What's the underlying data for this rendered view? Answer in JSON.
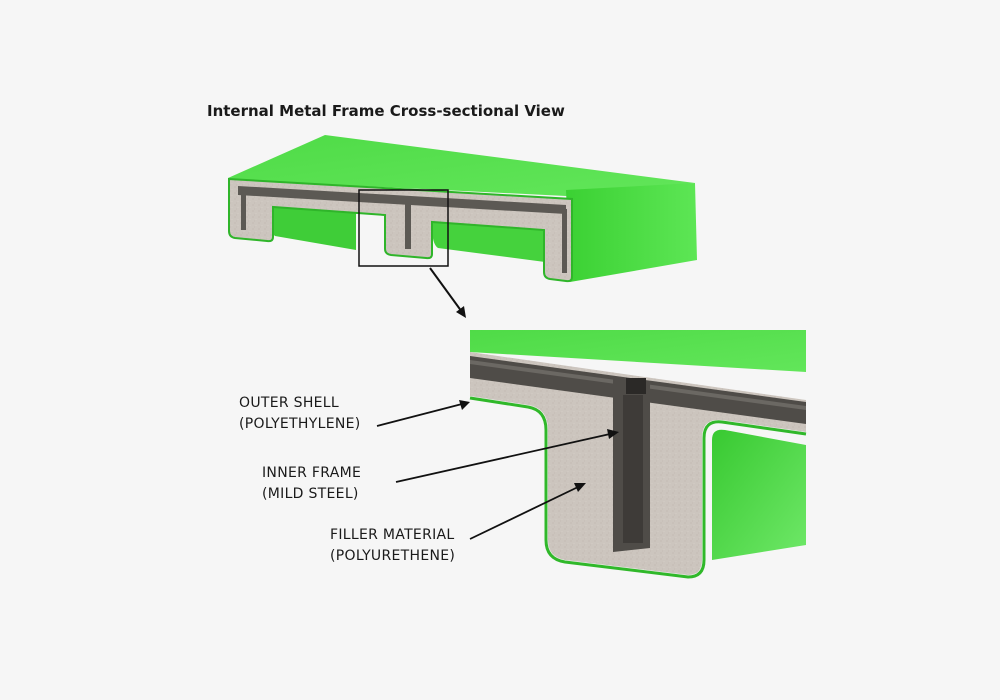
{
  "title": "Internal Metal Frame Cross-sectional View",
  "callouts": {
    "outer_shell": {
      "line1": "OUTER SHELL",
      "line2": "(POLYETHYLENE)"
    },
    "inner_frame": {
      "line1": "INNER FRAME",
      "line2": "(MILD STEEL)"
    },
    "filler": {
      "line1": "FILLER MATERIAL",
      "line2": "(POLYURETHENE)"
    }
  },
  "colors": {
    "background": "#f6f6f6",
    "shell_green": "#55e04f",
    "shell_green_dark": "#2fb52a",
    "filler_grey": "#c9c2bb",
    "frame_steel": "#5c5954",
    "callout_text": "#1a1a1a"
  }
}
